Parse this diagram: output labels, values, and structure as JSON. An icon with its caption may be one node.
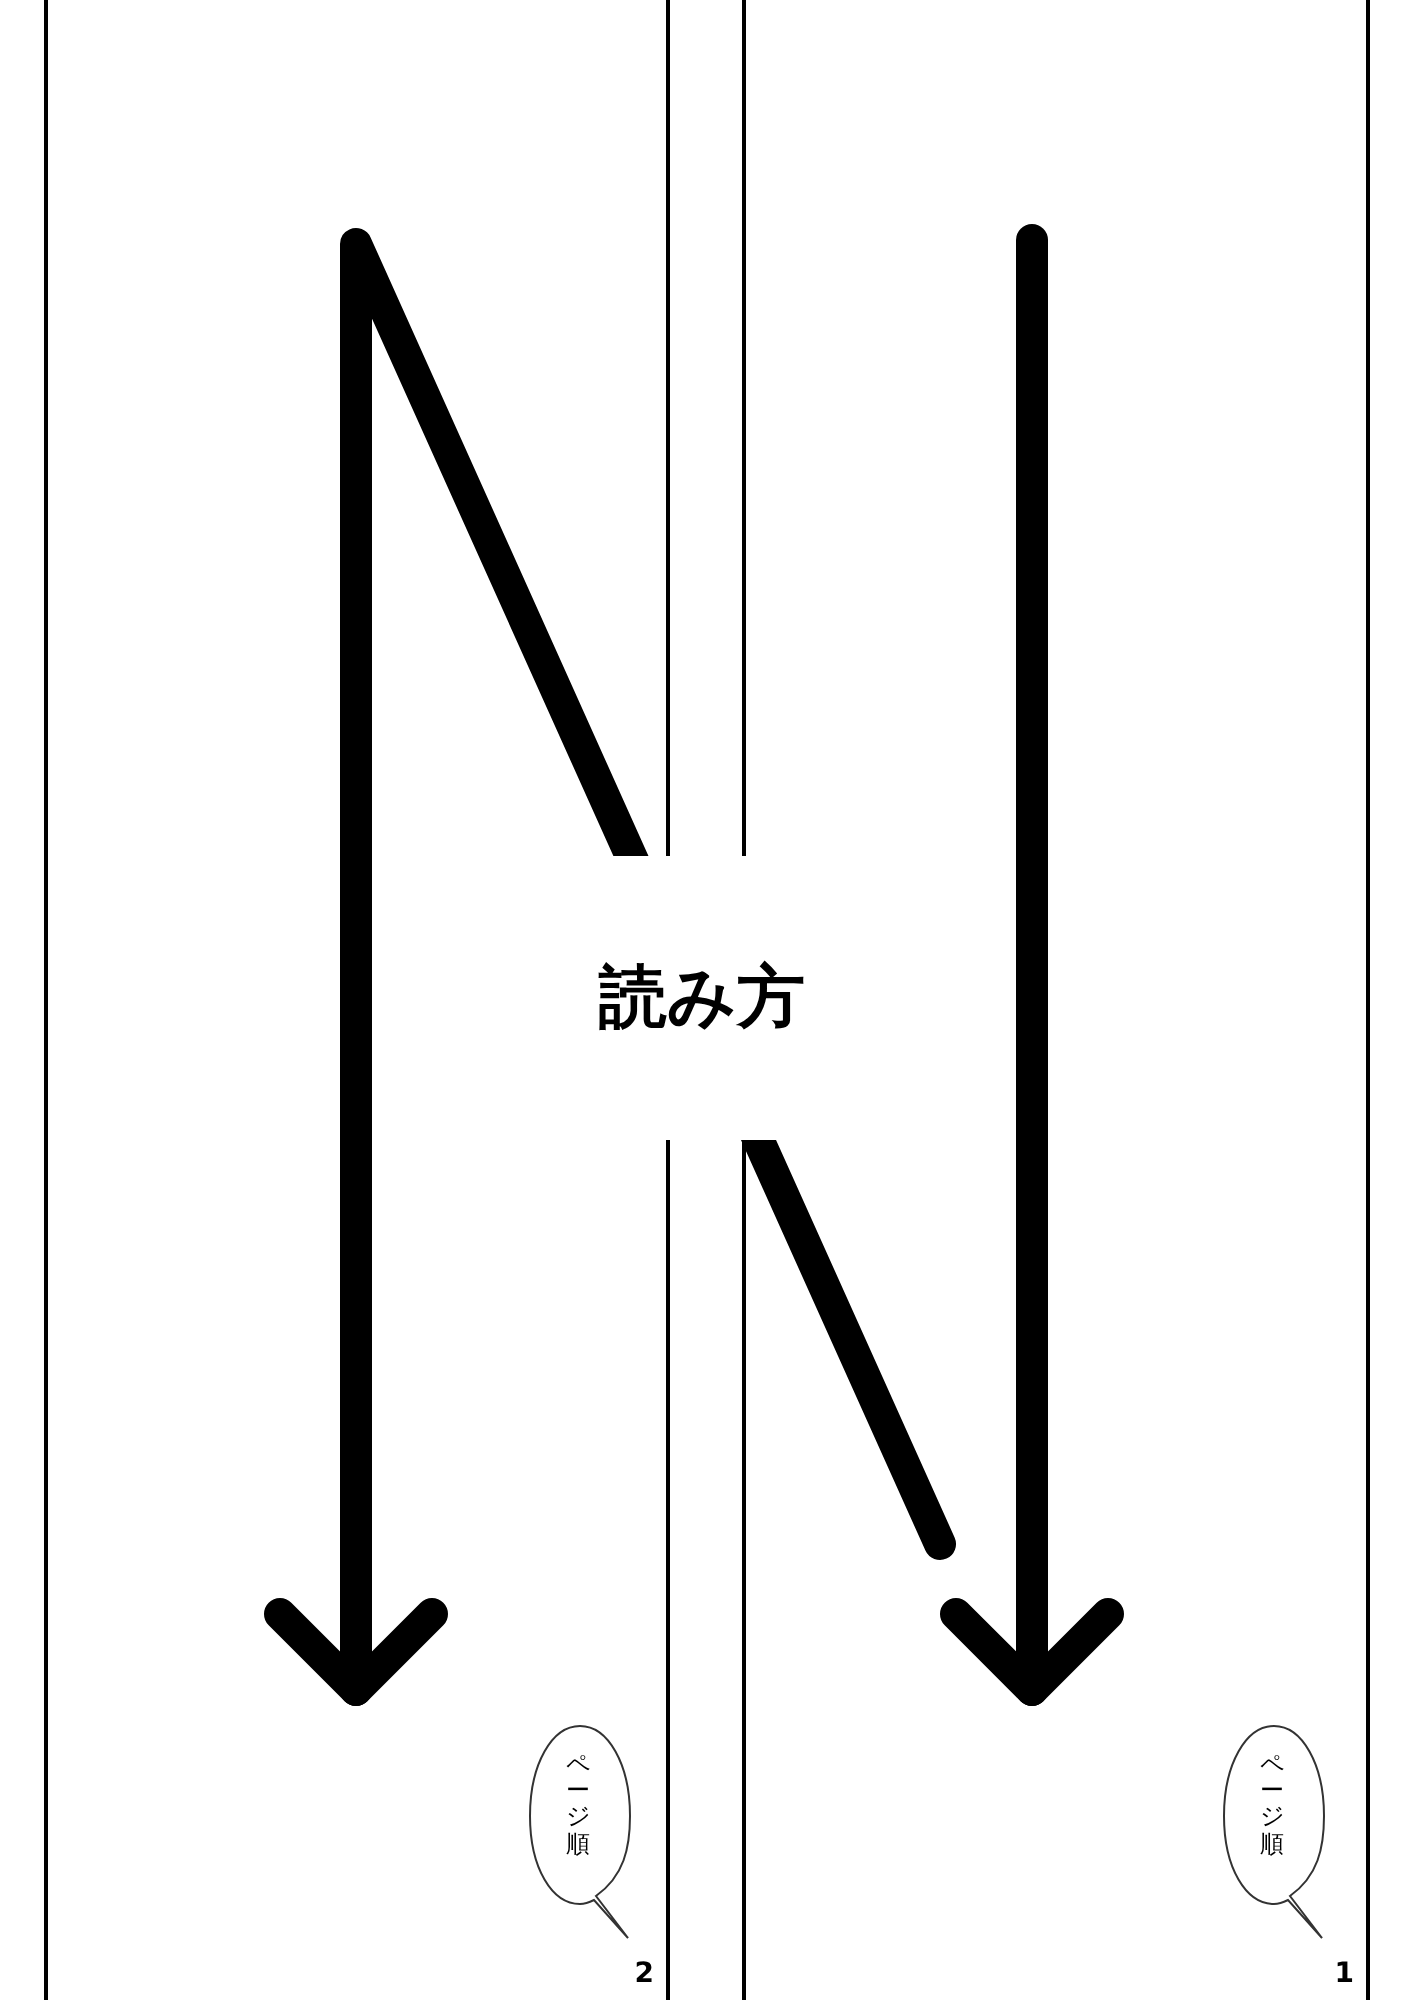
{
  "diagram": {
    "nodes": [
      {
        "text": [],
        "shape": "box"
      },
      {
        "text": [],
        "shape": "box"
      },
      {
        "text": [
          "読み方"
        ]
      },
      {
        "text": [
          "ページ順"
        ],
        "in": 0
      },
      {
        "text": [
          "ページ順"
        ],
        "in": 1
      }
    ],
    "labels": [
      "2",
      "1"
    ]
  }
}
